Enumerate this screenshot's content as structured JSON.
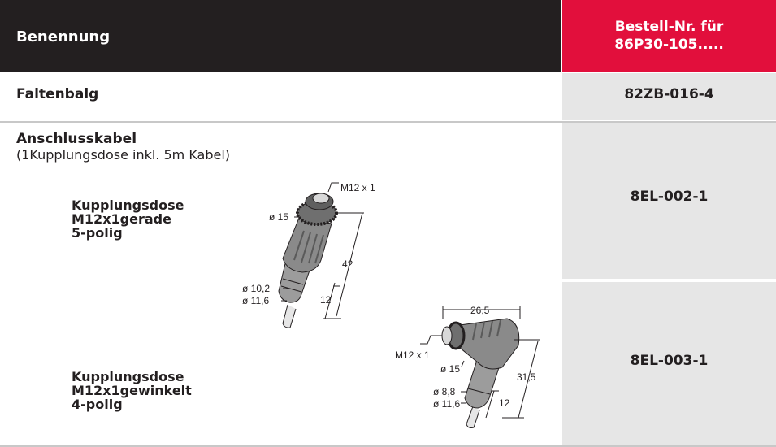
{
  "header": {
    "designation_label": "Benennung",
    "order_label": "Bestell-Nr. für\n86P30-105....."
  },
  "rows": {
    "bellows": {
      "name": "Faltenbalg",
      "code": "82ZB-016-4"
    },
    "cable": {
      "title": "Anschlusskabel",
      "subtitle": "(1Kupplungsdose inkl. 5m Kabel)",
      "straight": {
        "line1": "Kupplungsdose",
        "line2": "M12x1gerade",
        "line3": "5-polig",
        "code": "8EL-002-1"
      },
      "angled": {
        "line1": "Kupplungsdose",
        "line2": "M12x1gewinkelt",
        "line3": "4-polig",
        "code": "8EL-003-1"
      }
    }
  },
  "drawing_straight": {
    "thread": "M12 x 1",
    "d_nut": "ø 15",
    "length": "42",
    "d_body1": "ø 10,2",
    "d_body2": "ø 11,6",
    "tail": "12"
  },
  "drawing_angled": {
    "width": "26,5",
    "thread": "M12 x 1",
    "d_nut": "ø 15",
    "height": "31,5",
    "d_body1": "ø 8,8",
    "d_body2": "ø 11,6",
    "tail": "12"
  },
  "colors": {
    "header_dark": "#231f20",
    "header_accent": "#e20f3c",
    "code_bg": "#e6e6e6"
  }
}
